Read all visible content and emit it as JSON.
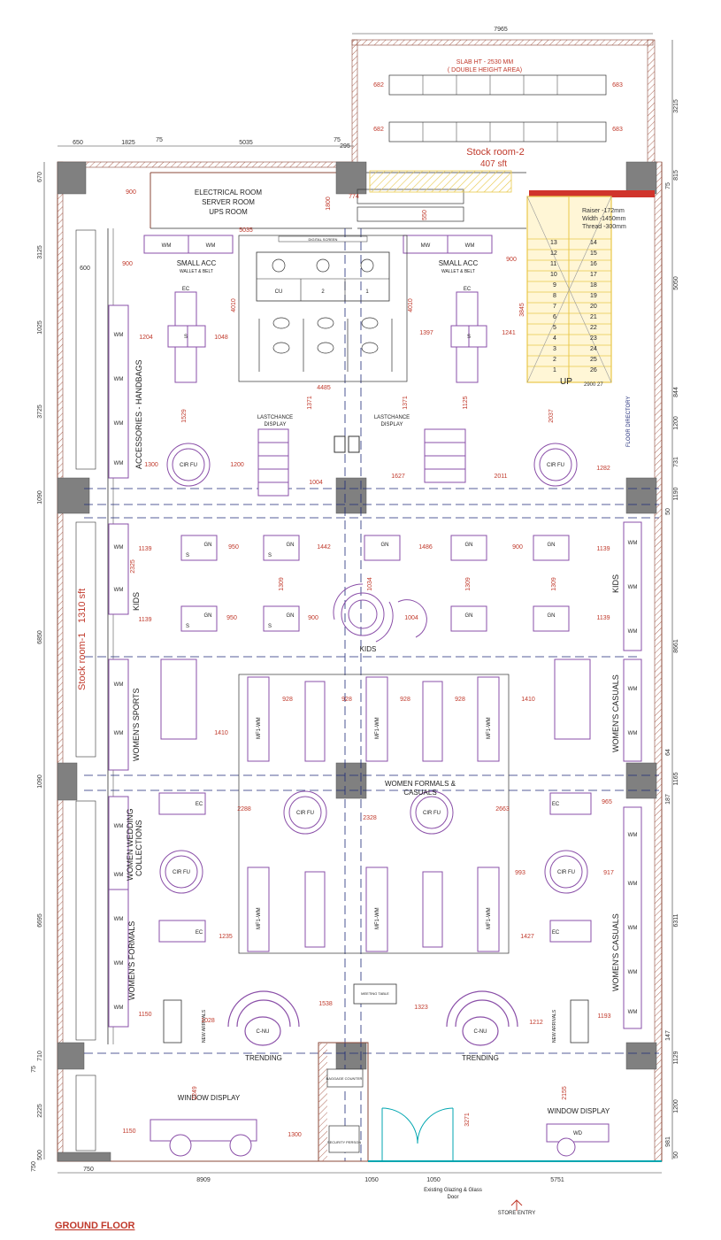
{
  "title": "GROUND FLOOR",
  "colors": {
    "wall": "#8B4A3A",
    "column": "#808080",
    "fixture": "#8A4FA8",
    "dim": "#C0392B",
    "dashed": "#1E2A78",
    "stair": "#E8C84A",
    "glass": "#00A6B0",
    "text": "#222222"
  },
  "top_dims": [
    "650",
    "1825",
    "75",
    "5035",
    "75",
    "295",
    "7965"
  ],
  "bottom_dims": [
    "750",
    "8909",
    "1050",
    "1050",
    "5751"
  ],
  "left_dims": [
    "670",
    "3125",
    "1025",
    "3725",
    "1090",
    "6850",
    "1090",
    "6695",
    "710",
    "75",
    "2225",
    "500",
    "750"
  ],
  "right_dims": [
    "3215",
    "815",
    "75",
    "5050",
    "844",
    "1200",
    "731",
    "1190",
    "50",
    "8661",
    "64",
    "1165",
    "187",
    "6311",
    "147",
    "1129",
    "1200",
    "981",
    "50"
  ],
  "rooms": {
    "slab": "SLAB HT - 2530 MM",
    "slab2": "( DOUBLE HEIGHT AREA)",
    "stock2": "Stock room-2",
    "stock2_area": "407 sft",
    "electrical": "ELECTRICAL ROOM",
    "server": "SERVER ROOM",
    "ups": "UPS ROOM",
    "stock1": "Stock room-1",
    "stock1_area": "1310 sft"
  },
  "stair": {
    "raiser": "Raiser -172mm",
    "width": "Width -1450mm",
    "thread": "Thread -300mm",
    "up": "UP",
    "steps_left": [
      "13",
      "12",
      "11",
      "10",
      "9",
      "8",
      "7",
      "6",
      "5",
      "4",
      "3",
      "2",
      "1"
    ],
    "steps_right": [
      "14",
      "15",
      "16",
      "17",
      "18",
      "19",
      "20",
      "21",
      "22",
      "23",
      "24",
      "25",
      "26"
    ],
    "dim": "2900",
    "last": "27"
  },
  "zones": {
    "small_acc_left": "SMALL ACC",
    "small_acc_right": "SMALL ACC",
    "wallet_left": "WALLET & BELT",
    "wallet_right": "WALLET & BELT",
    "accessories": "ACCESSORIES - HANDBAGS",
    "kids_left": "KIDS",
    "kids_right": "KIDS",
    "kids_center": "KIDS",
    "womens_sports": "WOMEN'S SPORTS",
    "womens_casuals_r1": "WOMEN'S CASUALS",
    "womens_casuals_r2": "WOMEN'S CASUALS",
    "women_wedding": "WOMEN WEDDING",
    "collections": "COLLECTIONS",
    "womens_formals": "WOMEN'S FORMALS",
    "women_formals_center": "WOMEN FORMALS &",
    "casuals_center": "CASUALS",
    "lastchance_left": "LASTCHANCE",
    "lastchance_right": "LASTCHANCE",
    "display": "DISPLAY",
    "display2": "DISPLAY",
    "trending_left": "TRENDING",
    "trending_right": "TRENDING",
    "window_left": "WINDOW DISPLAY",
    "window_right": "WINDOW DISPLAY",
    "floor_directory": "FLOOR DIRECTORY",
    "digital_screen": "DIGITAL SCREEN",
    "meeting_table": "MEETING TABLE",
    "baggage": "BAGGAGE COUNTER",
    "security": "SECURITY PERSON",
    "new_arrivals": "NEW ARRIVALS",
    "glazing": "Existing Glazing & Glass",
    "door": "Door",
    "store_entry": "STORE ENTRY",
    "cash_labels": [
      "1",
      "2",
      "CU"
    ]
  },
  "fixture_labels": {
    "wm": "WM",
    "mw": "MW",
    "gn": "GN",
    "s": "S",
    "ec": "EC",
    "cir": "CIR FU",
    "cnu": "C-NU",
    "mf": "MF1-WM",
    "wd": "WD"
  },
  "dims": {
    "d900a": "900",
    "d900b": "900",
    "d774": "774",
    "d1800": "1800",
    "d550": "550",
    "d5035": "5035",
    "d4010a": "4010",
    "d4010b": "4010",
    "d3845": "3845",
    "d1204": "1204",
    "d1048": "1048",
    "d1397": "1397",
    "d1241": "1241",
    "d4485": "4485",
    "d1371a": "1371",
    "d1371b": "1371",
    "d1125": "1125",
    "d1529": "1529",
    "d2037": "2037",
    "d1300a": "1300",
    "d1200": "1200",
    "d1004a": "1004",
    "d1627": "1627",
    "d2011": "2011",
    "d1282": "1282",
    "d1139a": "1139",
    "d950a": "950",
    "d1442": "1442",
    "d1486": "1486",
    "d900c": "900",
    "d1139b": "1139",
    "d1139c": "1139",
    "d950b": "950",
    "d900d": "900",
    "d1004b": "1004",
    "d900e": "900",
    "d1139d": "1139",
    "d2325": "2325",
    "d1309a": "1309",
    "d1309b": "1309",
    "d1309c": "1309",
    "d1034": "1034",
    "d928a": "928",
    "d928b": "928",
    "d928c": "928",
    "d928d": "928",
    "d1410a": "1410",
    "d1410b": "1410",
    "d2288": "2288",
    "d2328": "2328",
    "d2663": "2663",
    "d965": "965",
    "d993": "993",
    "d917": "917",
    "d1235": "1235",
    "d1427": "1427",
    "d1538": "1538",
    "d1323": "1323",
    "d1150a": "1150",
    "d1028": "1028",
    "d1212": "1212",
    "d1193": "1193",
    "d1300b": "1300",
    "d1150b": "1150",
    "d2249": "2249",
    "d3271": "3271",
    "d2155": "2155",
    "d682a": "682",
    "d682b": "682",
    "d683a": "683",
    "d683b": "683",
    "d600top": "600"
  }
}
